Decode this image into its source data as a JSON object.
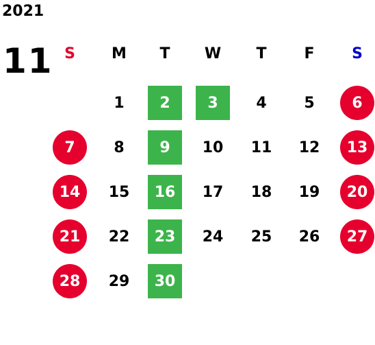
{
  "year": "2021",
  "month": "11",
  "weekdays": [
    {
      "label": "S",
      "color": "#e5002d"
    },
    {
      "label": "M",
      "color": "#000000"
    },
    {
      "label": "T",
      "color": "#000000"
    },
    {
      "label": "W",
      "color": "#000000"
    },
    {
      "label": "T",
      "color": "#000000"
    },
    {
      "label": "F",
      "color": "#000000"
    },
    {
      "label": "S",
      "color": "#0000cc"
    }
  ],
  "colors": {
    "holiday_red": "#e5002d",
    "highlight_green": "#3cb44b"
  },
  "weeks": [
    [
      null,
      {
        "d": "1"
      },
      {
        "d": "2",
        "mark": "green"
      },
      {
        "d": "3",
        "mark": "green"
      },
      {
        "d": "4"
      },
      {
        "d": "5"
      },
      {
        "d": "6",
        "mark": "red"
      }
    ],
    [
      {
        "d": "7",
        "mark": "red"
      },
      {
        "d": "8"
      },
      {
        "d": "9",
        "mark": "green"
      },
      {
        "d": "10"
      },
      {
        "d": "11"
      },
      {
        "d": "12"
      },
      {
        "d": "13",
        "mark": "red"
      }
    ],
    [
      {
        "d": "14",
        "mark": "red"
      },
      {
        "d": "15"
      },
      {
        "d": "16",
        "mark": "green"
      },
      {
        "d": "17"
      },
      {
        "d": "18"
      },
      {
        "d": "19"
      },
      {
        "d": "20",
        "mark": "red"
      }
    ],
    [
      {
        "d": "21",
        "mark": "red"
      },
      {
        "d": "22"
      },
      {
        "d": "23",
        "mark": "green"
      },
      {
        "d": "24"
      },
      {
        "d": "25"
      },
      {
        "d": "26"
      },
      {
        "d": "27",
        "mark": "red"
      }
    ],
    [
      {
        "d": "28",
        "mark": "red"
      },
      {
        "d": "29"
      },
      {
        "d": "30",
        "mark": "green"
      },
      null,
      null,
      null,
      null
    ]
  ]
}
